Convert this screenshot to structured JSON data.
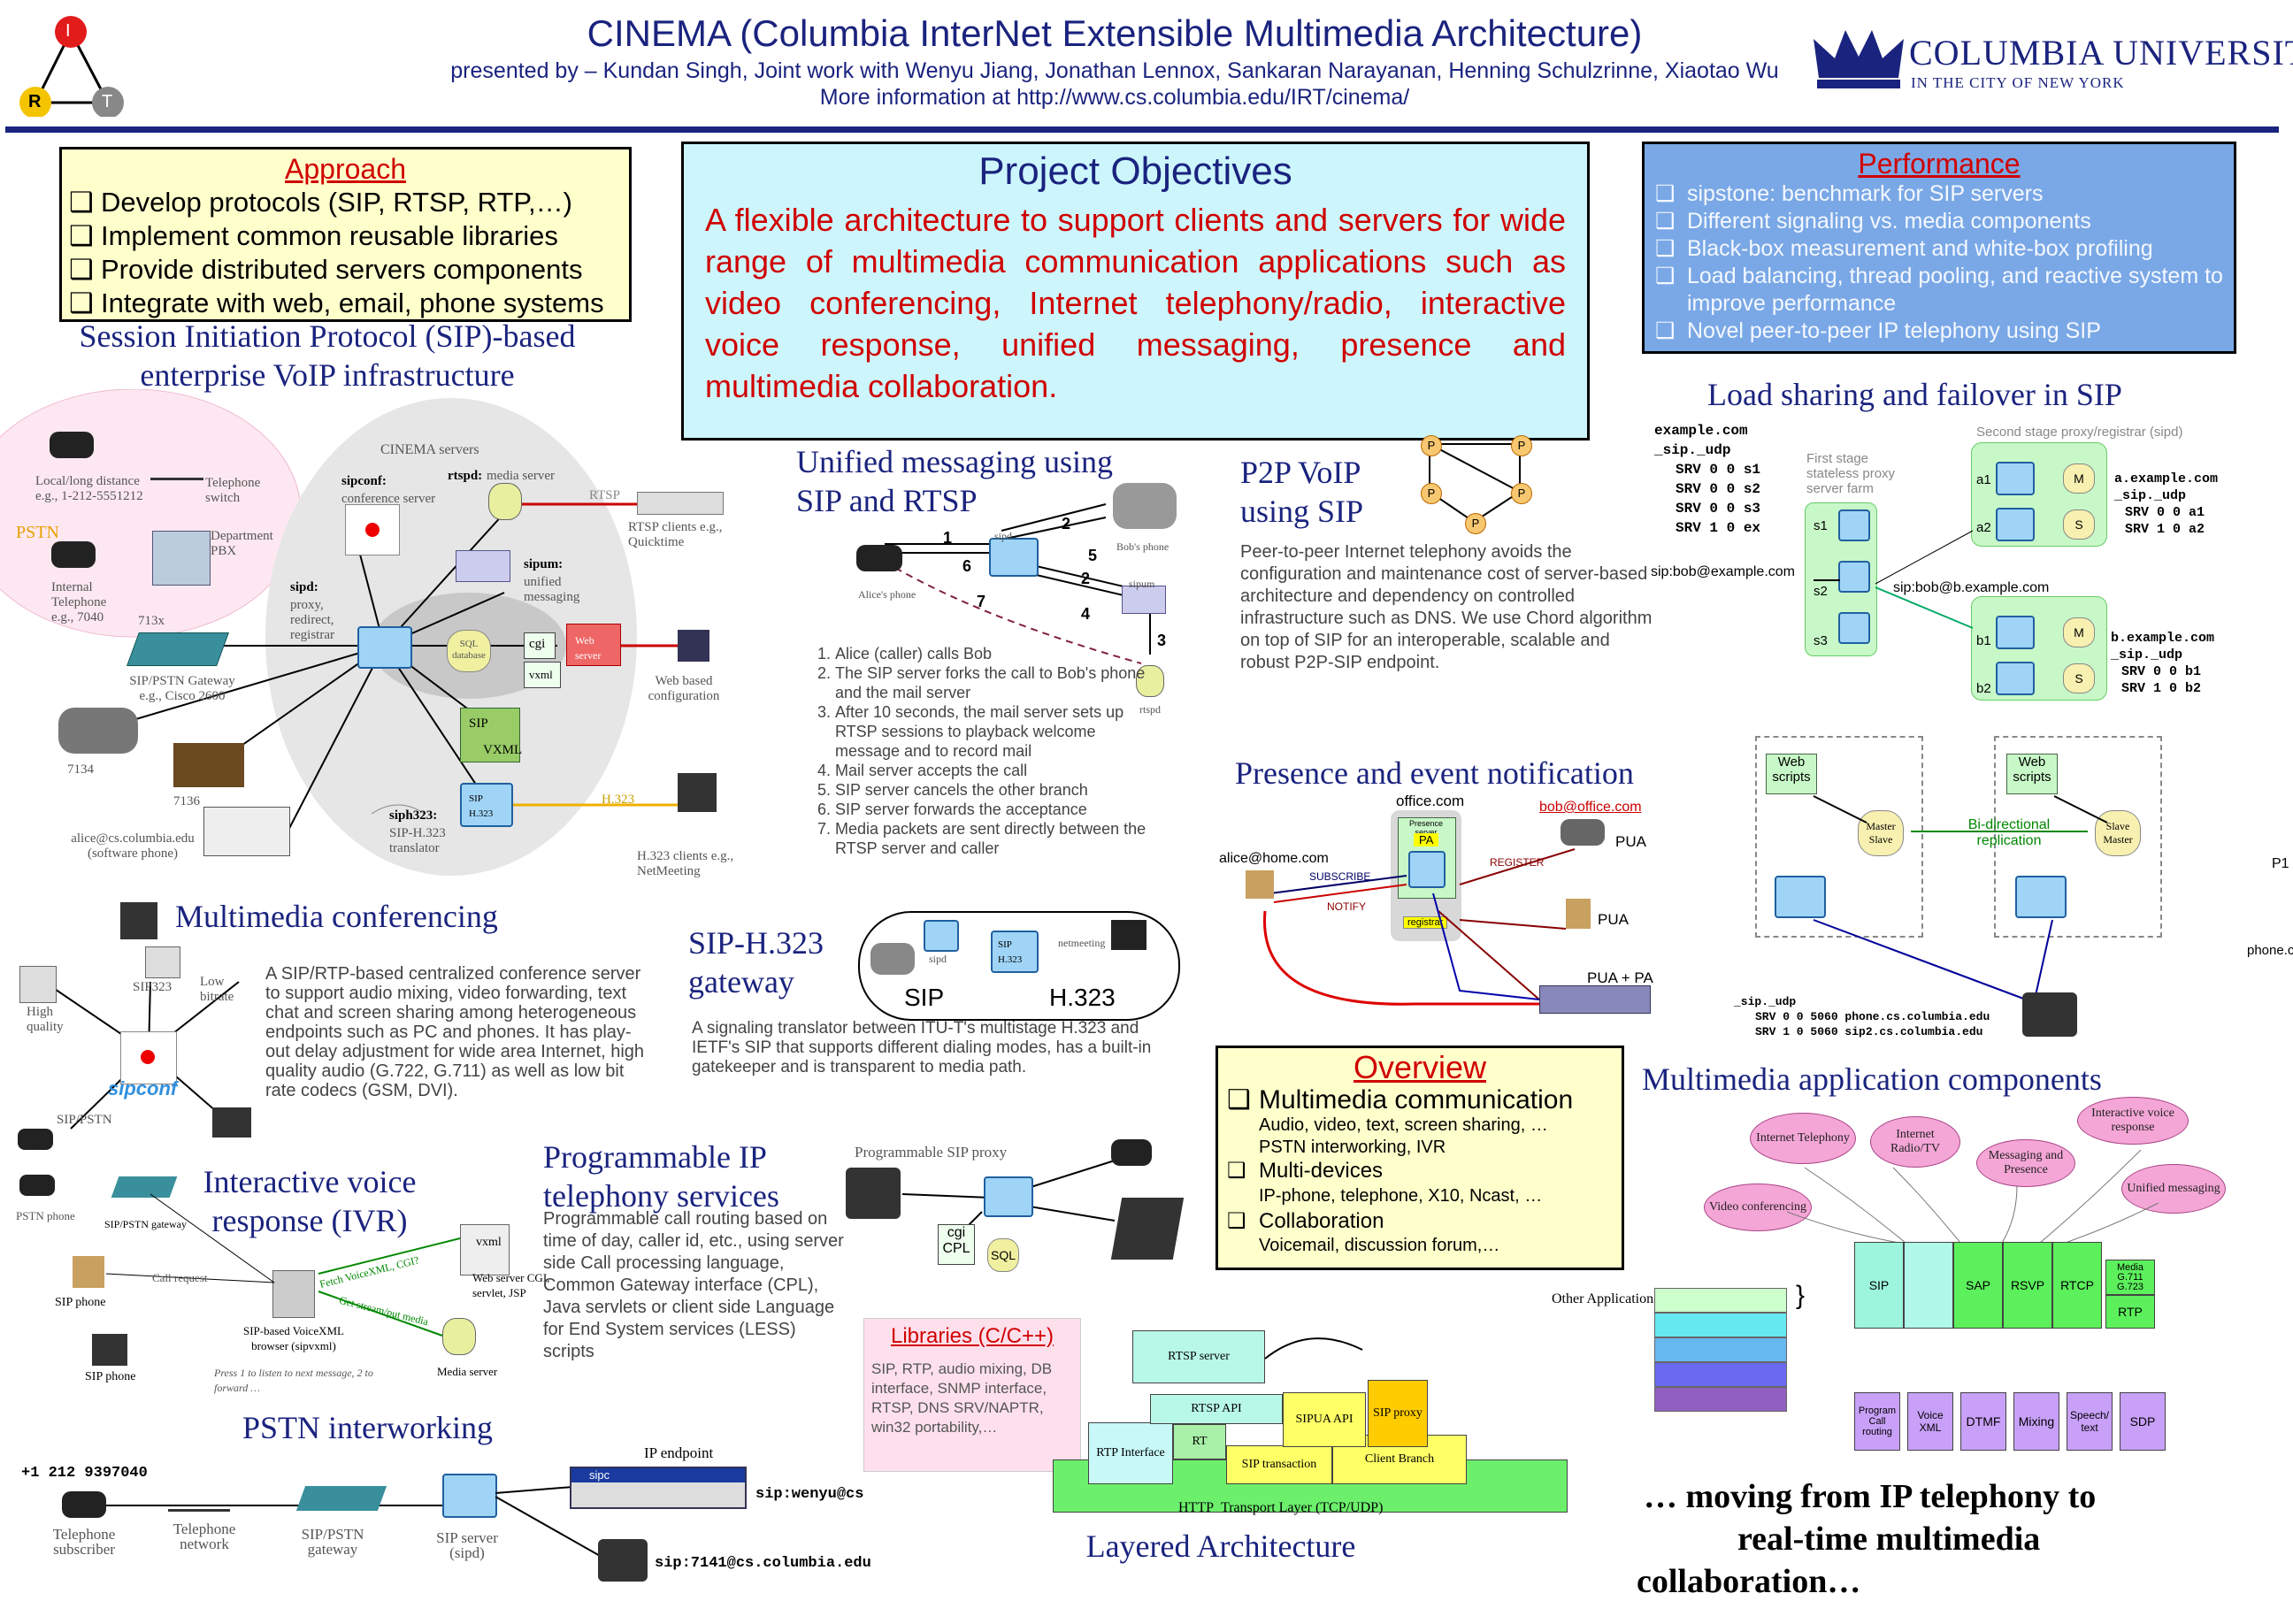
{
  "header": {
    "title": "CINEMA (Columbia InterNet Extensible Multimedia Architecture)",
    "presenters": "presented by – Kundan Singh, Joint work with Wenyu Jiang, Jonathan Lennox, Sankaran Narayanan, Henning Schulzrinne, Xiaotao Wu",
    "more_info": "More information at http://www.cs.columbia.edu/IRT/cinema/",
    "logo_letters": [
      "I",
      "R",
      "T"
    ],
    "university": "COLUMBIA UNIVERSITY",
    "university_sub": "IN THE CITY OF NEW YORK"
  },
  "approach": {
    "title": "Approach",
    "items": [
      "Develop protocols (SIP, RTSP, RTP,…)",
      "Implement common reusable libraries",
      "Provide distributed servers components",
      "Integrate with web, email, phone systems"
    ]
  },
  "objectives": {
    "title": "Project Objectives",
    "text": "A flexible architecture to support clients and servers for wide range of multimedia communication applications such as video conferencing, Internet telephony/radio, interactive voice response, unified messaging, presence and multimedia collaboration."
  },
  "performance": {
    "title": "Performance",
    "items": [
      "sipstone: benchmark for SIP servers",
      "Different signaling vs. media components",
      "Black-box measurement and white-box profiling",
      "Load balancing, thread pooling, and reactive system to improve performance",
      "Novel peer-to-peer IP telephony using SIP"
    ]
  },
  "sip_enterprise": {
    "title": "Session Initiation Protocol (SIP)-based enterprise VoIP infrastructure",
    "labels": {
      "local": "Local/long distance e.g., 1-212-5551212",
      "switch": "Telephone switch",
      "pstn": "PSTN",
      "pbx": "Department PBX",
      "internal": "Internal Telephone e.g., 7040",
      "n713x": "713x",
      "gateway": "SIP/PSTN Gateway e.g., Cisco 2600",
      "n7134": "7134",
      "n7136": "7136",
      "alice": "alice@cs.columbia.edu (software phone)",
      "servers": "CINEMA servers",
      "sipconf": "sipconf:",
      "sipconf_d": "conference server",
      "rtspd": "rtspd:",
      "rtspd_d": "media server",
      "rtsp": "RTSP",
      "rtsp_clients": "RTSP clients e.g., Quicktime",
      "sipd": "sipd:",
      "sipd_d": "proxy, redirect, registrar",
      "sipum": "sipum:",
      "sipum_d": "unified messaging",
      "sql": "SQL database",
      "cgi": "cgi",
      "vxml": "vxml",
      "web": "Web server",
      "webcfg": "Web based configuration",
      "sipvxml1": "SIP",
      "sipvxml2": "VXML",
      "siph323_box": "SIP H.323",
      "siph323": "siph323:",
      "siph323_d": "SIP-H.323 translator",
      "h323": "H.323",
      "h323_clients": "H.323 clients e.g., NetMeeting"
    }
  },
  "unified": {
    "title": "Unified messaging using SIP and RTSP",
    "labels": {
      "sipd": "sipd",
      "bob": "Bob's phone",
      "alice": "Alice's phone",
      "sipum": "sipum",
      "rtspd": "rtspd"
    },
    "arrows": [
      "1",
      "6",
      "7",
      "2",
      "5",
      "2",
      "4",
      "3"
    ],
    "steps": [
      "Alice (caller) calls Bob",
      "The SIP server forks the call to Bob's phone and the mail server",
      "After 10 seconds, the mail server sets up RTSP sessions to playback welcome message and to record mail",
      "Mail server accepts the call",
      "SIP server cancels the other branch",
      "SIP server forwards the acceptance",
      "Media packets are sent directly between the RTSP server and caller"
    ]
  },
  "p2p": {
    "title": "P2P VoIP using SIP",
    "node": "P",
    "text": "Peer-to-peer Internet telephony avoids the configuration and maintenance cost of server-based architecture and dependency on controlled infrastructure such as DNS. We use Chord algorithm on top of SIP for an interoperable, scalable and robust P2P-SIP endpoint."
  },
  "load": {
    "title": "Load sharing and failover in SIP",
    "dns1": [
      "example.com",
      "_sip._udp",
      "SRV 0 0 s1",
      "SRV 0 0 s2",
      "SRV 0 0 s3",
      "SRV 1 0 ex"
    ],
    "first_stage": "First stage stateless proxy server farm",
    "second_stage": "Second stage proxy/registrar (sipd)",
    "s1": "s1",
    "s2": "s2",
    "s3": "s3",
    "a1": "a1",
    "a2": "a2",
    "b1": "b1",
    "b2": "b2",
    "m": "M",
    "s": "S",
    "dns_a": [
      "a.example.com",
      "_sip._udp",
      "SRV 0 0 a1",
      "SRV 1 0 a2"
    ],
    "dns_b": [
      "b.example.com",
      "_sip._udp",
      "SRV 0 0 b1",
      "SRV 1 0 b2"
    ],
    "uri1": "sip:bob@example.com",
    "uri2": "sip:bob@b.example.com",
    "web_scripts": "Web scripts",
    "master_slave": "Master Slave",
    "slave_master": "Slave Master",
    "bidir": "Bi-directional replication",
    "dns_phone": [
      "_sip._udp",
      "SRV 0 0 5060 phone.cs.columbia.edu",
      "SRV 1 0 5060 sip2.cs.columbia.edu"
    ],
    "p1": "P1",
    "phone_cut": "phone.c"
  },
  "presence": {
    "title": "Presence and event notification",
    "office": "office.com",
    "bob": "bob@office.com",
    "alice": "alice@home.com",
    "presence_server": "Presence server",
    "pa": "PA",
    "registrar": "registrar",
    "subscribe": "SUBSCRIBE",
    "notify": "NOTIFY",
    "register": "REGISTER",
    "pua1": "PUA",
    "pua2": "PUA",
    "pua3": "PUA + PA"
  },
  "conferencing": {
    "title": "Multimedia conferencing",
    "labels": {
      "sip323": "SIP323",
      "low": "Low bitrate",
      "high": "High quality",
      "sipconf": "sipconf",
      "pstn": "SIP/PSTN"
    },
    "text": "A SIP/RTP-based centralized conference server to support audio mixing, video forwarding, text chat and screen sharing among heterogeneous endpoints such as PC and phones. It has play-out delay adjustment for wide area Internet, high quality audio (G.722, G.711) as well as low bit rate codecs (GSM, DVI)."
  },
  "h323gw": {
    "title": "SIP-H.323 gateway",
    "sip": "SIP",
    "h323": "H.323",
    "sipd": "sipd",
    "box": "SIP H.323",
    "netmeeting": "netmeeting",
    "text": "A signaling translator between ITU-T's multistage H.323 and IETF's SIP that supports different dialing modes, has a built-in gatekeeper and is transparent to media path."
  },
  "ivr": {
    "title": "Interactive voice response (IVR)",
    "labels": {
      "pstn_phone": "PSTN phone",
      "gateway": "SIP/PSTN gateway",
      "call_request": "Call request",
      "sip_phone1": "SIP phone",
      "sip_phone2": "SIP phone",
      "browser": "SIP-based VoiceXML browser (sipvxml)",
      "fetch": "Fetch VoiceXML, CGI?",
      "web": "Web server CGI, servlet, JSP",
      "vxml": "vxml",
      "media": "Media server",
      "get": "Get stream/put media",
      "press": "Press 1 to listen to next message, 2 to forward …"
    }
  },
  "programmable": {
    "title": "Programmable IP telephony services",
    "text": "Programmable call routing based on time of day, caller id, etc., using server side Call processing language, Common Gateway interface (CPL), Java servlets or client side Language for End System services (LESS) scripts",
    "proxy": "Programmable SIP proxy",
    "cgi": "cgi",
    "cpl": "CPL",
    "sql": "SQL"
  },
  "overview": {
    "title": "Overview",
    "items": [
      {
        "head": "Multimedia communication",
        "sub": [
          "Audio, video, text, screen sharing, …",
          "PSTN interworking, IVR"
        ]
      },
      {
        "head": "Multi-devices",
        "sub": [
          "IP-phone, telephone, X10, Ncast, …"
        ]
      },
      {
        "head": "Collaboration",
        "sub": [
          "Voicemail, discussion forum,…"
        ]
      }
    ]
  },
  "components": {
    "title": "Multimedia application components",
    "apps": [
      "Internet Telephony",
      "Internet Radio/TV",
      "Interactive voice response",
      "Messaging and Presence",
      "Video conferencing",
      "Unified messaging"
    ],
    "other": "Other Applications",
    "protocols": [
      "SIP",
      "SAP",
      "RSVP",
      "RTCP",
      "Media G.711 G.723",
      "RTP"
    ],
    "libs": [
      "Program Call routing",
      "Voice XML",
      "DTMF",
      "Mixing",
      "Speech/ text",
      "SDP"
    ]
  },
  "libraries": {
    "title": "Libraries (C/C++)",
    "text": "SIP, RTP, audio mixing, DB interface, SNMP interface, RTSP, DNS SRV/NAPTR, win32 portability,…"
  },
  "layered": {
    "title": "Layered Architecture",
    "blocks": [
      "RTSP server",
      "RTSP API",
      "SIPUA API",
      "SIP proxy",
      "RTP Interface",
      "RT",
      "SIP transaction",
      "Client Branch",
      "HTTP",
      "Transport Layer (TCP/UDP)"
    ]
  },
  "pstn": {
    "title": "PSTN interworking",
    "number": "+1 212 9397040",
    "subscriber": "Telephone subscriber",
    "network": "Telephone network",
    "gateway": "SIP/PSTN gateway",
    "server": "SIP server (sipd)",
    "endpoint": "IP endpoint",
    "sipc": "sipc",
    "uri1": "sip:wenyu@cs",
    "uri2": "sip:7141@cs.columbia.edu"
  },
  "closing": {
    "line1": "… moving from IP telephony to",
    "line2": "real-time multimedia",
    "line3": "collaboration…"
  },
  "colors": {
    "navy": "#1a237e",
    "red": "#d00000",
    "yellow": "#ffffcc",
    "cyan": "#ccf6fc",
    "blue": "#7aa8e6",
    "node": "#9fd4f6"
  }
}
